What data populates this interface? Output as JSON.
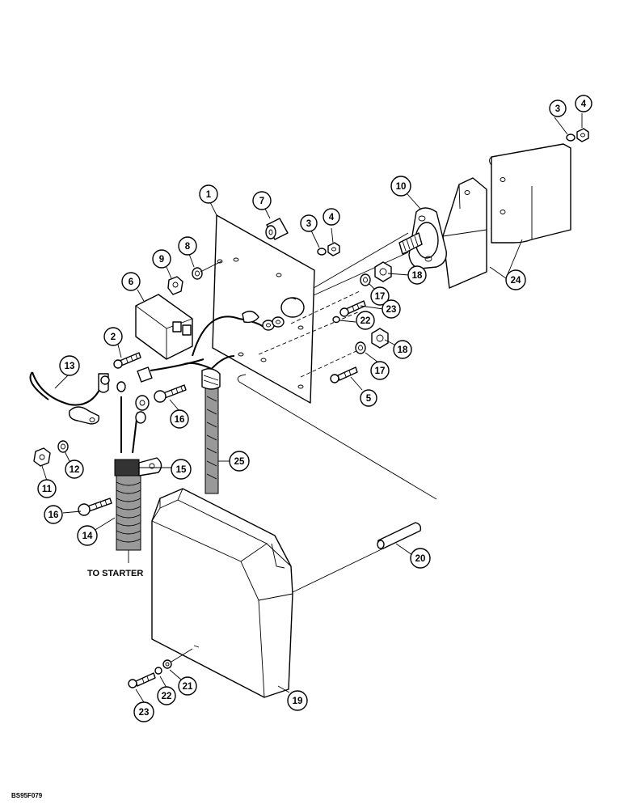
{
  "diagram_code": "BS95F079",
  "to_starter_label": "TO STARTER",
  "callouts": [
    "1",
    "2",
    "3",
    "4",
    "5",
    "6",
    "7",
    "8",
    "9",
    "10",
    "11",
    "12",
    "13",
    "14",
    "15",
    "16",
    "17",
    "18",
    "19",
    "20",
    "21",
    "22",
    "23",
    "24",
    "25"
  ]
}
